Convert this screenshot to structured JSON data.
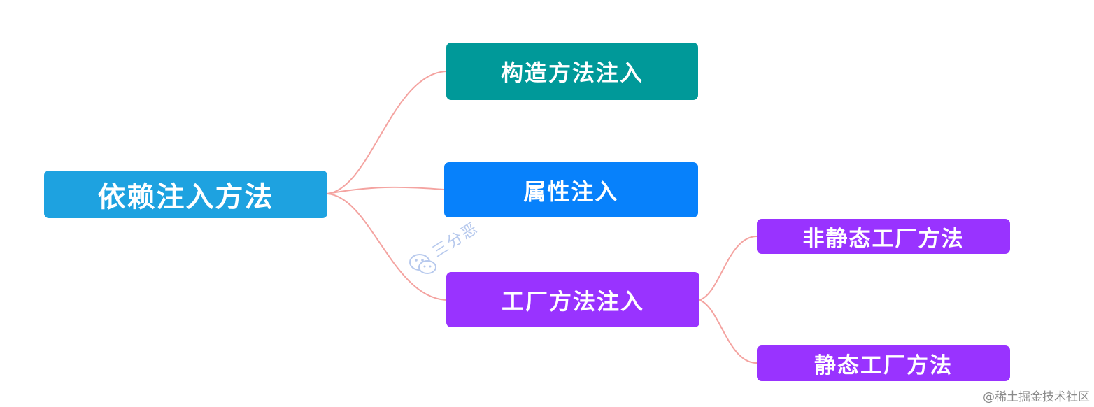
{
  "diagram": {
    "type": "mind-map",
    "root": {
      "label": "依赖注入方法",
      "color": "#1ea2e0"
    },
    "branches": [
      {
        "id": "constructor",
        "label": "构造方法注入",
        "color": "#009999"
      },
      {
        "id": "property",
        "label": "属性注入",
        "color": "#0781fb"
      },
      {
        "id": "factory",
        "label": "工厂方法注入",
        "color": "#9933ff",
        "children": [
          {
            "id": "nonstatic",
            "label": "非静态工厂方法",
            "color": "#9933ff"
          },
          {
            "id": "static",
            "label": "静态工厂方法",
            "color": "#9933ff"
          }
        ]
      }
    ],
    "connector_color": "#f4a3a0"
  },
  "watermark": {
    "text": "三分恶",
    "icon": "wechat-icon"
  },
  "credit": "@稀土掘金技术社区"
}
